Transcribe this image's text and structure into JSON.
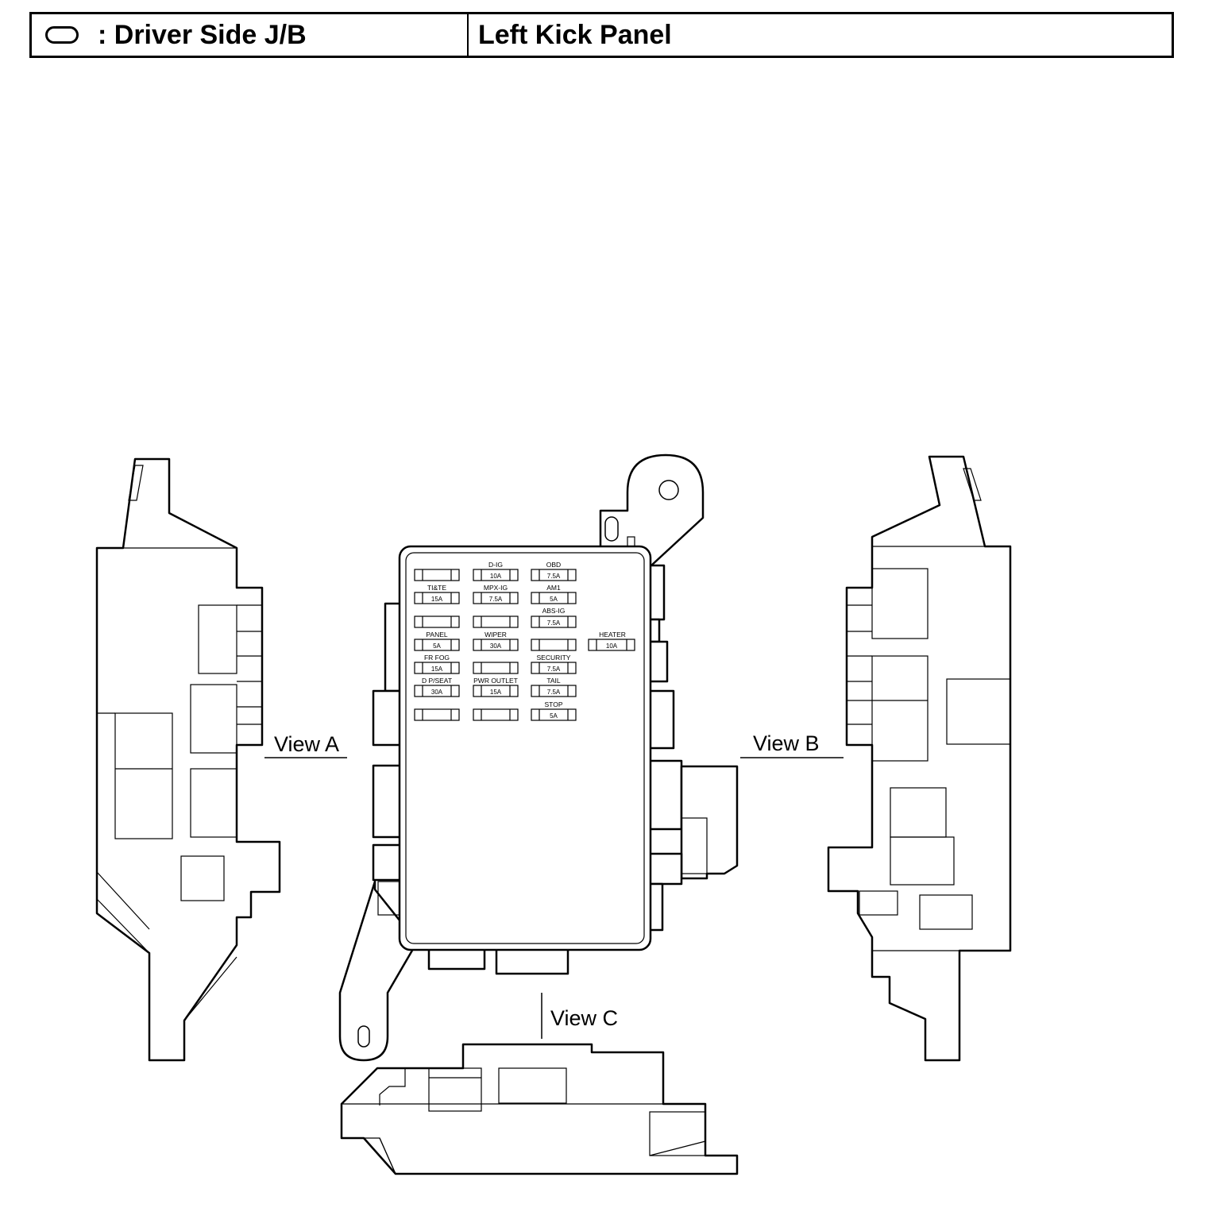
{
  "header": {
    "symbol": "oval-symbol",
    "location_label": ": Driver Side J/B",
    "mount_label": "Left Kick Panel"
  },
  "views": {
    "a": "View A",
    "b": "View B",
    "c": "View C"
  },
  "fuses": {
    "r1c1": {
      "label": "",
      "amp": ""
    },
    "r1c2": {
      "label": "D-IG",
      "amp": "10A"
    },
    "r1c3": {
      "label": "OBD",
      "amp": "7.5A"
    },
    "r2c1": {
      "label": "TI&TE",
      "amp": "15A"
    },
    "r2c2": {
      "label": "MPX-IG",
      "amp": "7.5A"
    },
    "r2c3": {
      "label": "AM1",
      "amp": "5A"
    },
    "r3c1": {
      "label": "",
      "amp": ""
    },
    "r3c2": {
      "label": "",
      "amp": ""
    },
    "r3c3": {
      "label": "ABS-IG",
      "amp": "7.5A"
    },
    "r4c1": {
      "label": "PANEL",
      "amp": "5A"
    },
    "r4c2": {
      "label": "WIPER",
      "amp": "30A"
    },
    "r4c3": {
      "label": "",
      "amp": ""
    },
    "r4c4": {
      "label": "HEATER",
      "amp": "10A"
    },
    "r5c1": {
      "label": "FR FOG",
      "amp": "15A"
    },
    "r5c2": {
      "label": "",
      "amp": ""
    },
    "r5c3": {
      "label": "SECURITY",
      "amp": "7.5A"
    },
    "r6c1": {
      "label": "D P/SEAT",
      "amp": "30A"
    },
    "r6c2": {
      "label": "PWR OUTLET",
      "amp": "15A"
    },
    "r6c3": {
      "label": "TAIL",
      "amp": "7.5A"
    },
    "r7c1": {
      "label": "",
      "amp": ""
    },
    "r7c2": {
      "label": "",
      "amp": ""
    },
    "r7c3": {
      "label": "STOP",
      "amp": "5A"
    }
  }
}
